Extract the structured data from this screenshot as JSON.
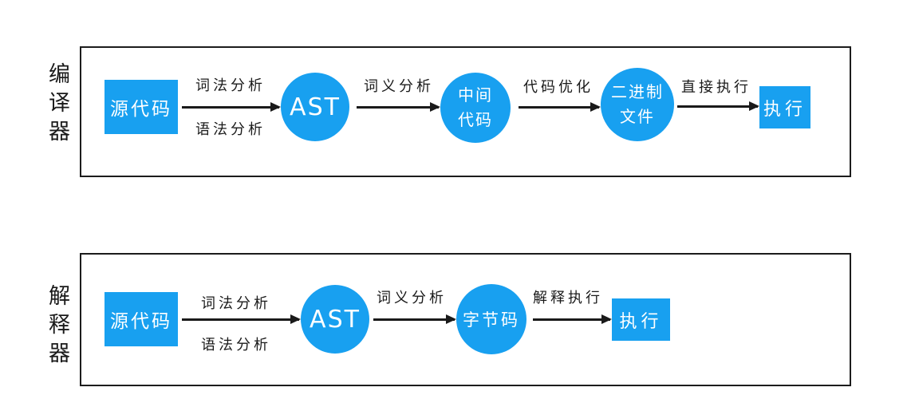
{
  "colors": {
    "node_fill": "#18A0F0",
    "node_text": "#FFFFFF",
    "line": "#1A1A1A",
    "background": "#FFFFFF"
  },
  "compiler_flow": {
    "side_label": "编译器",
    "source": "源代码",
    "lexical": "词法分析",
    "syntax": "语法分析",
    "ast": "AST",
    "semantic": "词义分析",
    "intermediate": [
      "中间",
      "代码"
    ],
    "optimize": "代码优化",
    "binary": [
      "二进制",
      "文件"
    ],
    "direct_exec": "直接执行",
    "execute": "执行"
  },
  "interpreter_flow": {
    "side_label": "解释器",
    "source": "源代码",
    "lexical": "词法分析",
    "syntax": "语法分析",
    "ast": "AST",
    "semantic": "词义分析",
    "bytecode": "字节码",
    "interpret_exec": "解释执行",
    "execute": "执行"
  }
}
